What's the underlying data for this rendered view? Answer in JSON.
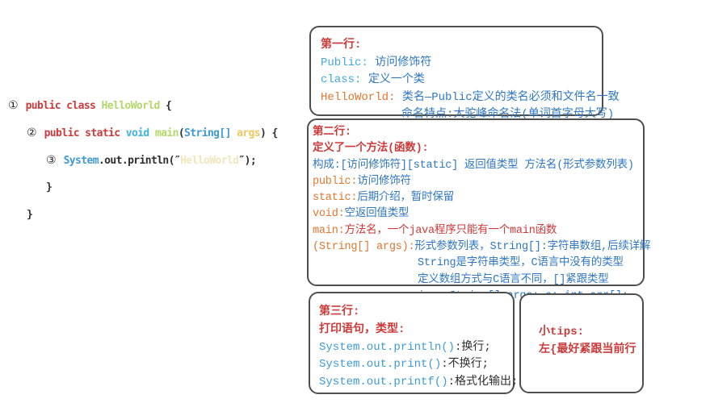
{
  "palette": {
    "background": "#ffffff",
    "box_border": "#4e4e4e",
    "red": "#cd3a3a",
    "blue": "#2e77c0",
    "cyan": "#3fa9dd",
    "orange": "#e0762f",
    "ink": "#2f2f2f",
    "code_green": "#b4d76a",
    "code_blue": "#3d9ad6",
    "code_cyan": "#3cb4dc",
    "code_yellow": "#eec75e",
    "code_pale_string": "#f0e5bd"
  },
  "code": {
    "lines": [
      {
        "marker": "①",
        "pad": 0,
        "segments": [
          {
            "text": "public class ",
            "color": "red"
          },
          {
            "text": "HelloWorld",
            "color": "green"
          },
          {
            "text": " {",
            "color": "ink"
          }
        ]
      },
      {
        "marker": "②",
        "pad": 23,
        "segments": [
          {
            "text": "public static ",
            "color": "red"
          },
          {
            "text": "void ",
            "color": "codecyan"
          },
          {
            "text": "main",
            "color": "green"
          },
          {
            "text": "(",
            "color": "ink"
          },
          {
            "text": "String[]",
            "color": "codeblue"
          },
          {
            "text": " args",
            "color": "yellow"
          },
          {
            "text": ") {",
            "color": "ink"
          }
        ]
      },
      {
        "marker": "③",
        "pad": 47,
        "segments": [
          {
            "text": "System",
            "color": "codeblue"
          },
          {
            "text": ".out.println(″",
            "color": "ink"
          },
          {
            "text": "HelloWorld",
            "color": "pale"
          },
          {
            "text": "″);",
            "color": "ink"
          }
        ]
      },
      {
        "marker": "",
        "pad": 47,
        "segments": [
          {
            "text": "}",
            "color": "ink"
          }
        ]
      },
      {
        "marker": "",
        "pad": 23,
        "segments": [
          {
            "text": "}",
            "color": "ink"
          }
        ]
      }
    ]
  },
  "boxes": {
    "line1": {
      "rows": [
        {
          "segments": [
            {
              "text": "第一行:",
              "color": "red",
              "bold": true
            }
          ]
        },
        {
          "segments": [
            {
              "text": "Public: ",
              "color": "cyan"
            },
            {
              "text": "访问修饰符",
              "color": "blue"
            }
          ]
        },
        {
          "segments": [
            {
              "text": "class: ",
              "color": "cyan"
            },
            {
              "text": "定义一个类",
              "color": "blue"
            }
          ]
        },
        {
          "segments": [
            {
              "text": "HelloWorld: ",
              "color": "orange"
            },
            {
              "text": "类名—Public定义的类名必须和文件名一致",
              "color": "blue"
            }
          ]
        },
        {
          "indent": true,
          "segments": [
            {
              "text": "命名特点:大驼峰命名法(单词首字母大写)",
              "color": "blue"
            }
          ]
        }
      ]
    },
    "line2": {
      "rows": [
        {
          "segments": [
            {
              "text": "第二行:",
              "color": "red",
              "bold": true
            }
          ]
        },
        {
          "segments": [
            {
              "text": "定义了一个方法(函数):",
              "color": "red",
              "bold": true
            }
          ]
        },
        {
          "segments": [
            {
              "text": "构成:",
              "color": "blue"
            },
            {
              "text": "[访问修饰符][static] 返回值类型 方法名(形式参数列表)",
              "color": "blue"
            }
          ]
        },
        {
          "segments": [
            {
              "text": "public:",
              "color": "orange"
            },
            {
              "text": "访问修饰符",
              "color": "blue"
            }
          ]
        },
        {
          "segments": [
            {
              "text": "static:",
              "color": "orange"
            },
            {
              "text": "后期介绍，暂时保留",
              "color": "blue"
            }
          ]
        },
        {
          "segments": [
            {
              "text": "void:",
              "color": "orange"
            },
            {
              "text": "空返回值类型",
              "color": "blue"
            }
          ]
        },
        {
          "segments": [
            {
              "text": "main:",
              "color": "orange"
            },
            {
              "text": "方法名，一个java程序只能有一个main函数",
              "color": "red"
            }
          ]
        },
        {
          "segments": [
            {
              "text": "(String[] args):",
              "color": "orange"
            },
            {
              "text": "形式参数列表，String[]:字符串数组,后续详解",
              "color": "blue"
            }
          ]
        },
        {
          "indent": true,
          "segments": [
            {
              "text": "String是字符串类型，C语言中没有的类型",
              "color": "blue"
            }
          ]
        },
        {
          "indent": true,
          "segments": [
            {
              "text": "定义数组方式与C语言不同，[]紧跟类型",
              "color": "blue"
            }
          ]
        },
        {
          "indent": true,
          "segments": [
            {
              "text": "java:String[] args; c: int arr[];",
              "color": "blue"
            }
          ]
        }
      ]
    },
    "line3": {
      "rows": [
        {
          "segments": [
            {
              "text": "第三行:",
              "color": "red",
              "bold": true
            }
          ]
        },
        {
          "segments": [
            {
              "text": "打印语句，类型:",
              "color": "red",
              "bold": true
            }
          ]
        },
        {
          "segments": [
            {
              "text": "System.out.println()",
              "color": "codeblue"
            },
            {
              "text": ":换行;",
              "color": "ink"
            }
          ]
        },
        {
          "segments": [
            {
              "text": "System.out.print()",
              "color": "codeblue"
            },
            {
              "text": ":不换行;",
              "color": "ink"
            }
          ]
        },
        {
          "segments": [
            {
              "text": "System.out.printf()",
              "color": "codeblue"
            },
            {
              "text": ":格式化输出;",
              "color": "ink"
            }
          ]
        }
      ]
    },
    "tips": {
      "rows": [
        {
          "segments": [
            {
              "text": "小tips:",
              "color": "red",
              "bold": true
            }
          ]
        },
        {
          "segments": [
            {
              "text": "左{最好紧跟当前行",
              "color": "red",
              "bold": true
            }
          ]
        }
      ]
    }
  }
}
